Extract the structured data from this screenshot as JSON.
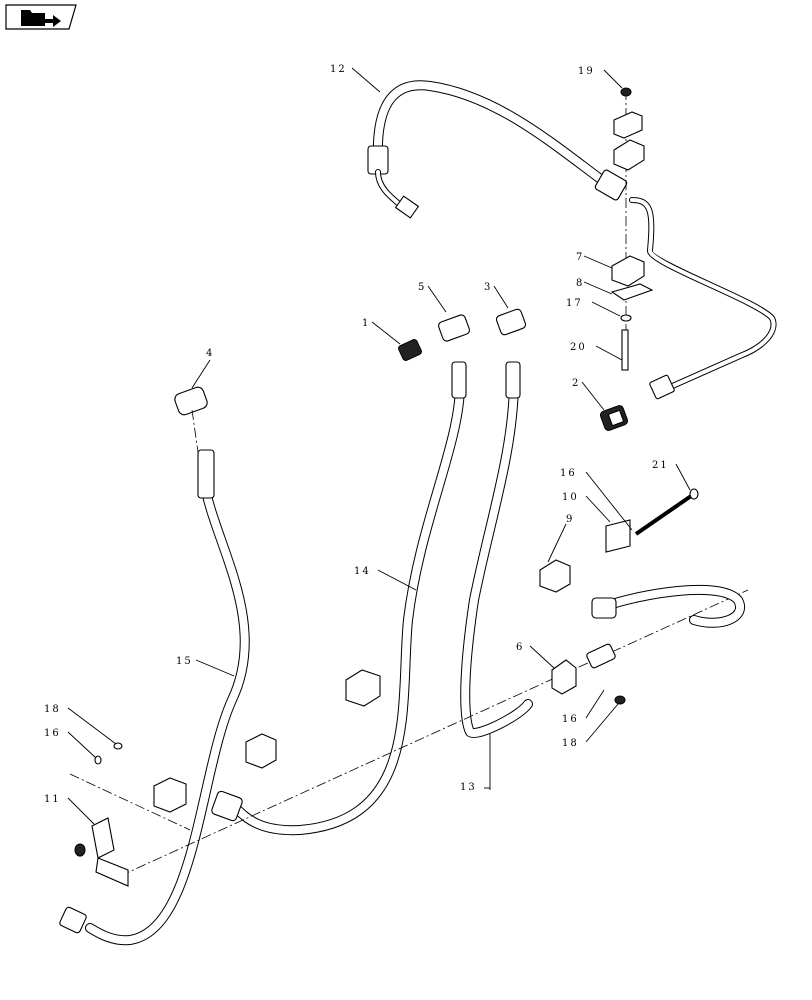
{
  "toolbar": {
    "nav_icon": "folder-arrow-icon"
  },
  "callouts": [
    "1",
    "2",
    "3",
    "4",
    "5",
    "6",
    "7",
    "8",
    "9",
    "10",
    "11",
    "12",
    "13",
    "14",
    "15",
    "16",
    "16",
    "16",
    "17",
    "18",
    "18",
    "19",
    "20",
    "21"
  ]
}
